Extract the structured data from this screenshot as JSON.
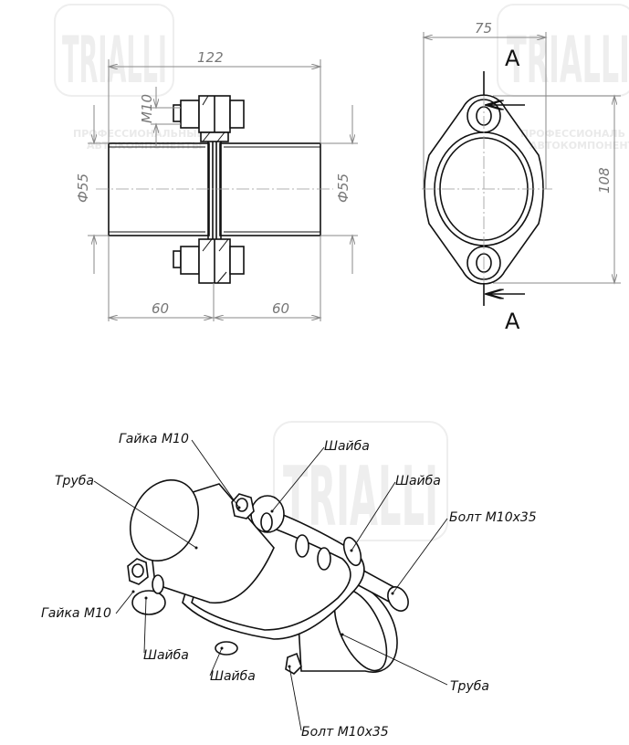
{
  "watermark": {
    "brand": "TRIALLI",
    "slogan_line1": "ПРОФЕССИОНАЛЬНЫЕ",
    "slogan_line2": "АВТОКОМПОНЕНТЫ"
  },
  "front_view": {
    "dimensions": {
      "overall_length": "122",
      "bolt_thread": "M10",
      "diameter_left": "Ф55",
      "diameter_right": "Ф55",
      "left_length": "60",
      "right_length": "60"
    }
  },
  "side_view": {
    "dimensions": {
      "width": "75",
      "height": "108"
    },
    "section_label_top": "A",
    "section_label_bottom": "A"
  },
  "isometric_view": {
    "callouts": [
      {
        "label": "Гайка М10"
      },
      {
        "label": "Шайба"
      },
      {
        "label": "Труба"
      },
      {
        "label": "Шайба"
      },
      {
        "label": "Болт М10х35"
      },
      {
        "label": "Гайка М10"
      },
      {
        "label": "Шайба"
      },
      {
        "label": "Шайба"
      },
      {
        "label": "Труба"
      },
      {
        "label": "Болт М10х35"
      }
    ]
  }
}
